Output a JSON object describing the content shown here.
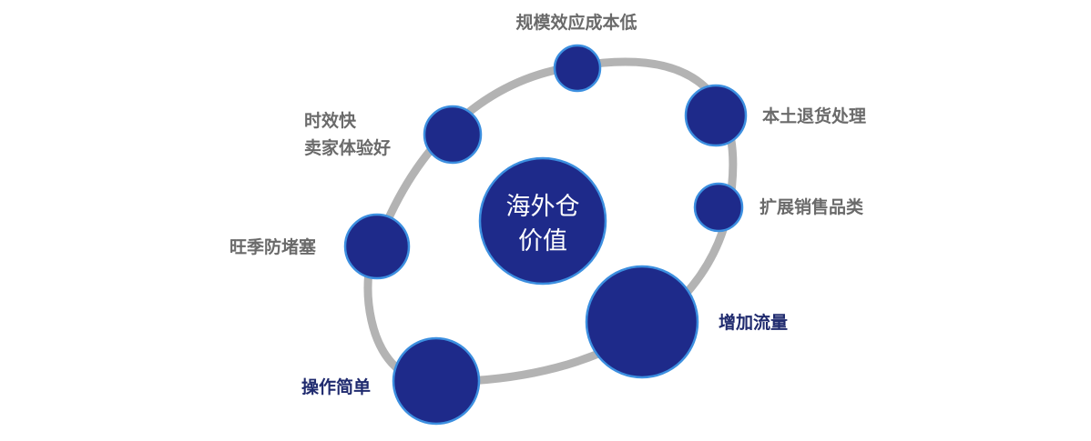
{
  "center": {
    "line1": "海外仓",
    "line2": "价值"
  },
  "benefits": [
    {
      "label": "规模效应成本低"
    },
    {
      "label": "本土退货处理"
    },
    {
      "label": "扩展销售品类"
    },
    {
      "label": "增加流量"
    },
    {
      "label": "操作简单"
    },
    {
      "label": "旺季防堵塞"
    },
    {
      "label_line1": "时效快",
      "label_line2": "卖家体验好"
    }
  ],
  "colors": {
    "node_fill": "#1e2a8a",
    "node_stroke": "#3c8fe0",
    "ring": "#b3b3b3",
    "label_gray": "#6a6a6a",
    "label_navy": "#1f2a6e"
  }
}
